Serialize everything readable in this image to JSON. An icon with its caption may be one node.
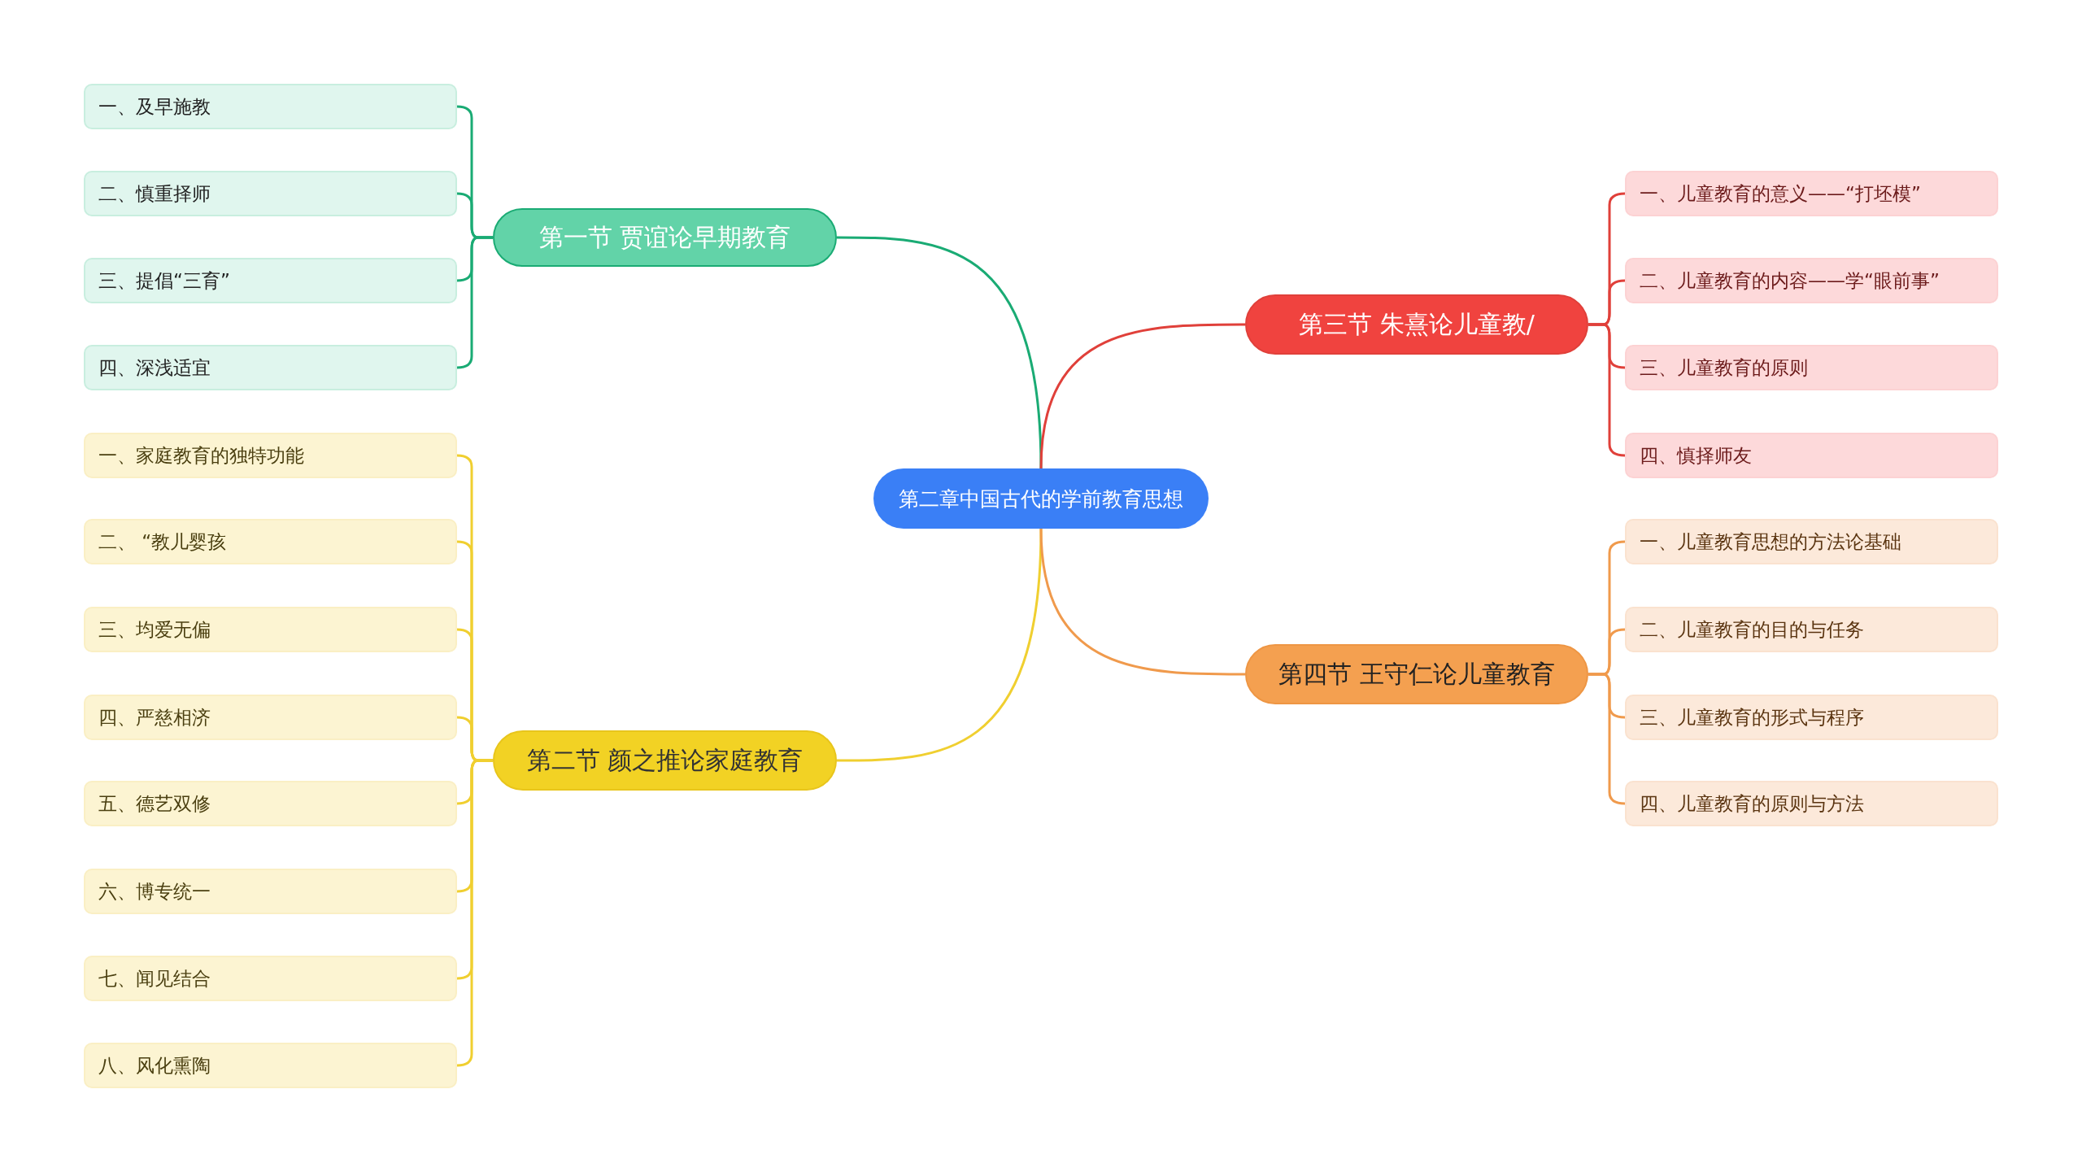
{
  "diagram": {
    "nodes": [
      {
        "text": [
          "第二章中国古代的学前教育思想"
        ]
      },
      {
        "text": [
          "第一节 贾谊论早期教育"
        ]
      },
      {
        "text": [
          "一、及早施教"
        ]
      },
      {
        "text": [
          "二、慎重择师"
        ]
      },
      {
        "text": [
          "三、提倡“三育”"
        ]
      },
      {
        "text": [
          "四、深浅适宜"
        ]
      },
      {
        "text": [
          "第二节 颜之推论家庭教育"
        ]
      },
      {
        "text": [
          "一、家庭教育的独特功能"
        ]
      },
      {
        "text": [
          "二、 “教儿婴孩"
        ]
      },
      {
        "text": [
          "三、均爱无偏"
        ]
      },
      {
        "text": [
          "四、严慈相济"
        ]
      },
      {
        "text": [
          "五、德艺双修"
        ]
      },
      {
        "text": [
          "六、博专统一"
        ]
      },
      {
        "text": [
          "七、闻见结合"
        ]
      },
      {
        "text": [
          "八、风化熏陶"
        ]
      },
      {
        "text": [
          "第三节 朱熹论儿童教/"
        ]
      },
      {
        "text": [
          "一、儿童教育的意义——“打坯模”"
        ]
      },
      {
        "text": [
          "二、儿童教育的内容——学“眼前事”"
        ]
      },
      {
        "text": [
          "三、儿童教育的原则"
        ]
      },
      {
        "text": [
          "四、慎择师友"
        ]
      },
      {
        "text": [
          "第四节 王守仁论儿童教育"
        ]
      },
      {
        "text": [
          "一、儿童教育思想的方法论基础"
        ]
      },
      {
        "text": [
          "二、儿童教育的目的与任务"
        ]
      },
      {
        "text": [
          "三、儿童教育的形式与程序"
        ]
      },
      {
        "text": [
          "四、儿童教育的原则与方法"
        ]
      }
    ],
    "edges": [
      {
        "from": 0,
        "to": 1,
        "arrow": "none",
        "color": "#1aab74"
      },
      {
        "from": 1,
        "to": 2,
        "arrow": "none",
        "color": "#1aab74"
      },
      {
        "from": 1,
        "to": 3,
        "arrow": "none",
        "color": "#1aab74"
      },
      {
        "from": 1,
        "to": 4,
        "arrow": "none",
        "color": "#1aab74"
      },
      {
        "from": 1,
        "to": 5,
        "arrow": "none",
        "color": "#1aab74"
      },
      {
        "from": 0,
        "to": 6,
        "arrow": "none",
        "color": "#f0cf30"
      },
      {
        "from": 6,
        "to": 7,
        "arrow": "none",
        "color": "#f0cf30"
      },
      {
        "from": 6,
        "to": 8,
        "arrow": "none",
        "color": "#f0cf30"
      },
      {
        "from": 6,
        "to": 9,
        "arrow": "none",
        "color": "#f0cf30"
      },
      {
        "from": 6,
        "to": 10,
        "arrow": "none",
        "color": "#f0cf30"
      },
      {
        "from": 6,
        "to": 11,
        "arrow": "none",
        "color": "#f0cf30"
      },
      {
        "from": 6,
        "to": 12,
        "arrow": "none",
        "color": "#f0cf30"
      },
      {
        "from": 6,
        "to": 13,
        "arrow": "none",
        "color": "#f0cf30"
      },
      {
        "from": 6,
        "to": 14,
        "arrow": "none",
        "color": "#f0cf30"
      },
      {
        "from": 0,
        "to": 15,
        "arrow": "none",
        "color": "#e0403a"
      },
      {
        "from": 15,
        "to": 16,
        "arrow": "none",
        "color": "#e0403a"
      },
      {
        "from": 15,
        "to": 17,
        "arrow": "none",
        "color": "#e0403a"
      },
      {
        "from": 15,
        "to": 18,
        "arrow": "none",
        "color": "#e0403a"
      },
      {
        "from": 15,
        "to": 19,
        "arrow": "none",
        "color": "#e0403a"
      },
      {
        "from": 0,
        "to": 20,
        "arrow": "none",
        "color": "#f09a4c"
      },
      {
        "from": 20,
        "to": 21,
        "arrow": "none",
        "color": "#f09a4c"
      },
      {
        "from": 20,
        "to": 22,
        "arrow": "none",
        "color": "#f09a4c"
      },
      {
        "from": 20,
        "to": 23,
        "arrow": "none",
        "color": "#f09a4c"
      },
      {
        "from": 20,
        "to": 24,
        "arrow": "none",
        "color": "#f09a4c"
      }
    ]
  }
}
